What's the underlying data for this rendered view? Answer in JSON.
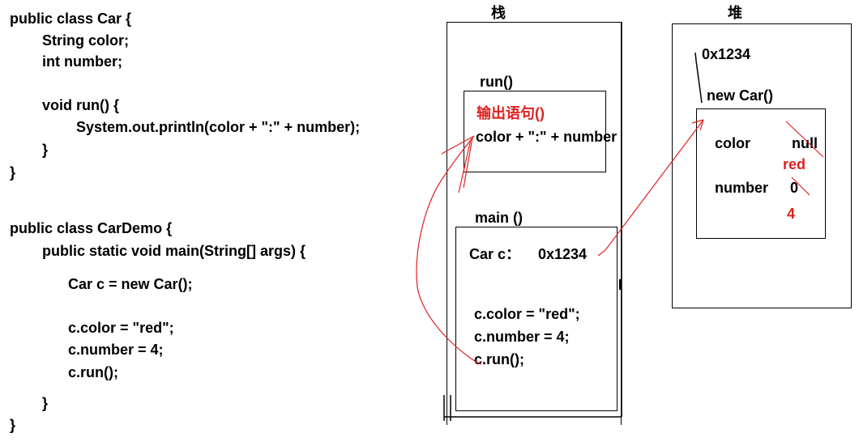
{
  "code": {
    "lines": [
      "public class Car {",
      "String color;",
      "int number;",
      "void run() {",
      "System.out.println(color + \":\" + number);",
      "}",
      "}",
      "public class CarDemo {",
      "public static void main(String[] args) {",
      "Car c = new Car();",
      "c.color = \"red\";",
      "c.number = 4;",
      "c.run();",
      "}",
      "}"
    ]
  },
  "stack": {
    "title": "栈",
    "run_frame": {
      "name": "run()",
      "output_label": "输出语句()",
      "expression": "color + \":\" + number"
    },
    "main_frame": {
      "name": "main ()",
      "var_label": "Car c：",
      "var_value": "0x1234",
      "statements": [
        "c.color = \"red\";",
        "c.number = 4;",
        "c.run();"
      ]
    }
  },
  "heap": {
    "title": "堆",
    "address": "0x1234",
    "object_label": "new Car()",
    "fields": [
      {
        "name": "color",
        "old_value": "null",
        "new_value": "red"
      },
      {
        "name": "number",
        "old_value": "0",
        "new_value": "4"
      }
    ]
  },
  "colors": {
    "annotation": "#e02020",
    "line": "#000000"
  }
}
